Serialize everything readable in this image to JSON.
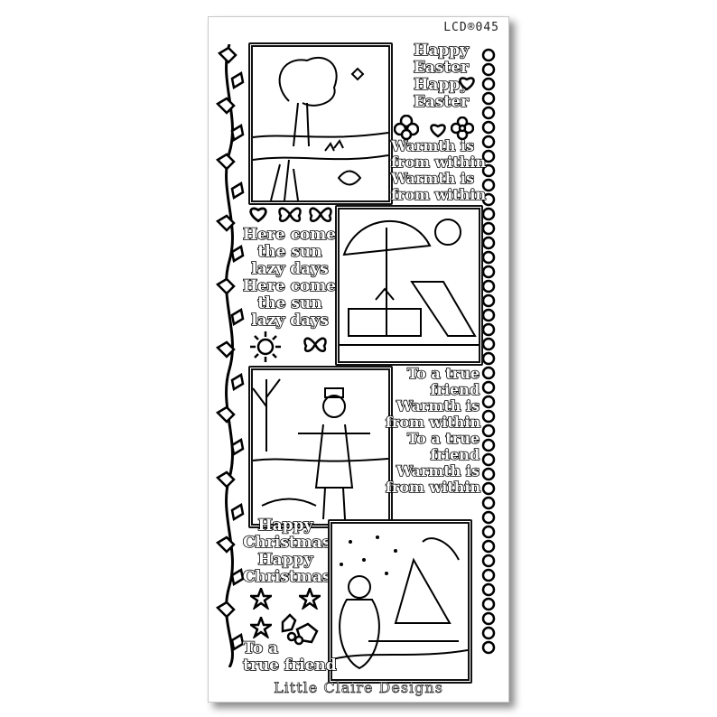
{
  "sheet": {
    "code": "LCD®045",
    "brand": "Little Claire Designs"
  },
  "texts": {
    "easter": [
      "Happy",
      "Easter",
      "Happy",
      "Easter"
    ],
    "warmth_top": [
      "Warmth is",
      "from within",
      "Warmth is",
      "from within"
    ],
    "sun": [
      "Here comes",
      "the sun",
      "lazy days",
      "Here comes",
      "the sun",
      "lazy days"
    ],
    "friend_mid": [
      "To a true",
      "friend",
      "Warmth is",
      "from within",
      "To a true",
      "friend",
      "Warmth is",
      "from within"
    ],
    "christmas": [
      "Happy",
      "Christmas",
      "Happy",
      "Christmas"
    ],
    "friend_bottom": [
      "To a",
      "true friend"
    ]
  },
  "panels": [
    "spring-landscape",
    "beach-umbrella-deckchair",
    "scarecrow",
    "snowman-winter"
  ],
  "icons": [
    "heart-icon",
    "flower-icon",
    "butterfly-icon",
    "sun-icon",
    "star-icon",
    "holly-icon",
    "ivy-vine-border",
    "daisy-chain-border"
  ],
  "colors": {
    "outline": "#000000",
    "sheet": "#ffffff"
  }
}
